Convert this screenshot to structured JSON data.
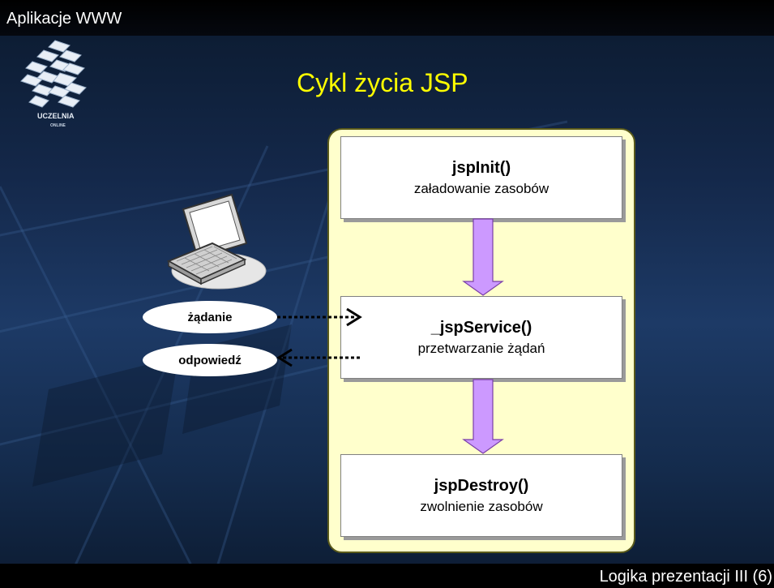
{
  "header": {
    "app_title": "Aplikacje WWW"
  },
  "slide": {
    "title": "Cykl życia JSP"
  },
  "logo": {
    "text_line1": "UCZELNIA",
    "text_line2": "ONLINE"
  },
  "lifecycle": [
    {
      "name": "jspInit()",
      "description": "załadowanie zasobów"
    },
    {
      "name": "_jspService()",
      "description": "przetwarzanie żądań"
    },
    {
      "name": "jspDestroy()",
      "description": "zwolnienie zasobów"
    }
  ],
  "client": {
    "request_label": "żądanie",
    "response_label": "odpowiedź"
  },
  "footer": {
    "page_label": "Logika prezentacji III (6)"
  },
  "colors": {
    "title": "#ffff00",
    "panel": "#ffffcc",
    "arrow_fill": "#cc99ff",
    "ellipse": "#ffffff"
  }
}
